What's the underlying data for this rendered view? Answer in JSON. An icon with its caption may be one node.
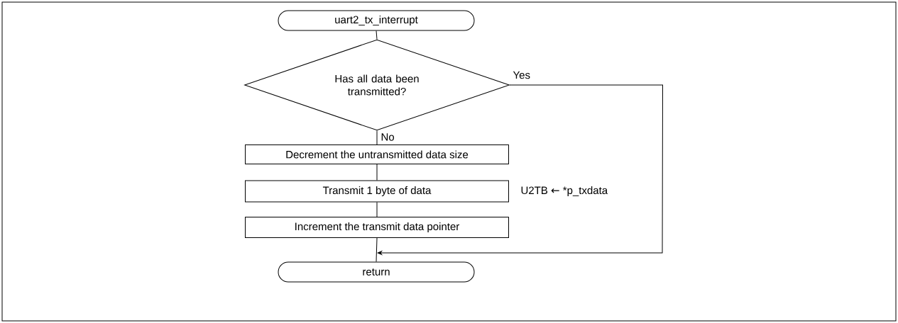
{
  "diagram": {
    "nodes": [
      {
        "text": [
          "uart2_tx_interrupt"
        ]
      },
      {
        "text": [
          "Has all data been transmitted?"
        ]
      },
      {
        "text": [
          "Decrement the untransmitted data size"
        ]
      },
      {
        "text": [
          "Transmit 1 byte of data"
        ],
        "beside": [
          "U2TB ← *p_txdata"
        ]
      },
      {
        "text": [
          "Increment the transmit data pointer"
        ]
      },
      {
        "text": [
          "return"
        ]
      }
    ],
    "edges": [
      {
        "from": 0,
        "to": 1,
        "arrow": "none"
      },
      {
        "from": 1,
        "to": 2,
        "arrow": "none",
        "label": "No"
      },
      {
        "from": 2,
        "to": 3,
        "arrow": "none"
      },
      {
        "from": 3,
        "to": 4,
        "arrow": "none"
      },
      {
        "from": 4,
        "to": 5,
        "arrow": "none"
      },
      {
        "from": 1,
        "to": 5,
        "arrow": "to",
        "label": "Yes"
      }
    ]
  }
}
